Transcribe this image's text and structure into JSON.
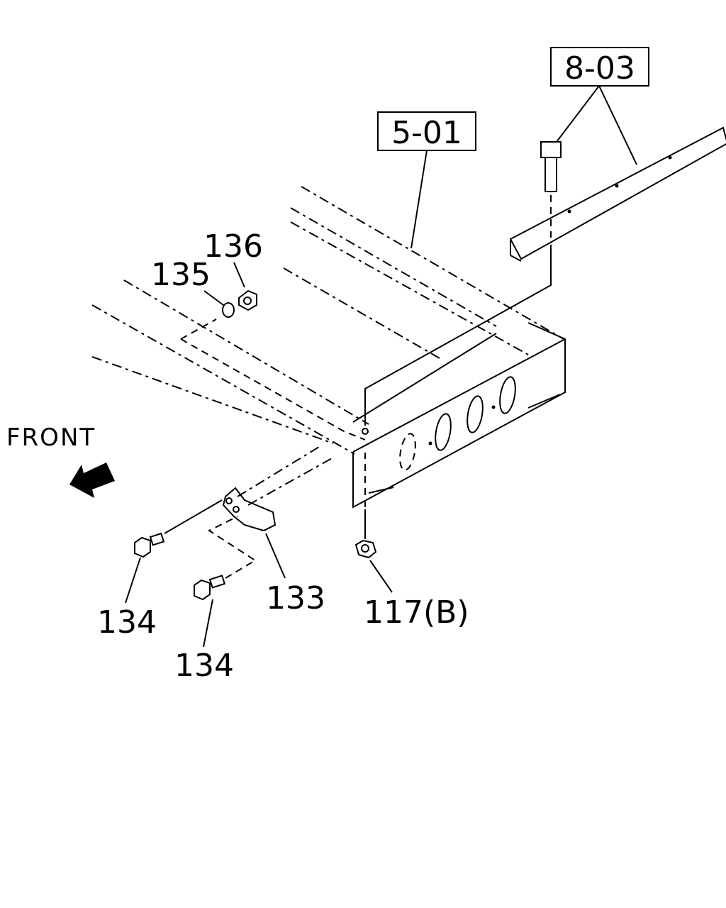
{
  "diagram": {
    "references": [
      "8-03",
      "5-01"
    ],
    "callouts": {
      "p136": "136",
      "p135": "135",
      "p133": "133",
      "p134a": "134",
      "p134b": "134",
      "p117": "117(B)"
    },
    "direction_label": "FRONT"
  }
}
